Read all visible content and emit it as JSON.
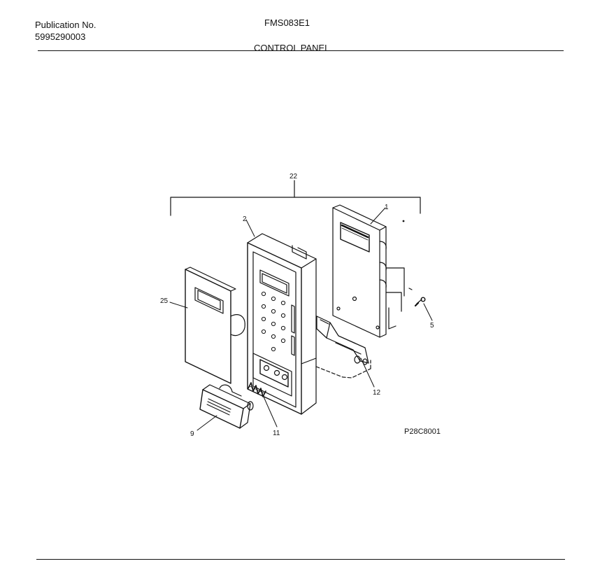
{
  "header": {
    "publication_label": "Publication No.",
    "publication_number": "5995290003",
    "model": "FMS083E1",
    "section_title": "CONTROL PANEL"
  },
  "callouts": {
    "c22": "22",
    "c1": "1",
    "c2": "2",
    "c25": "25",
    "c5": "5",
    "c12": "12",
    "c9": "9",
    "c11": "11"
  },
  "figure_code": "P28C8001"
}
